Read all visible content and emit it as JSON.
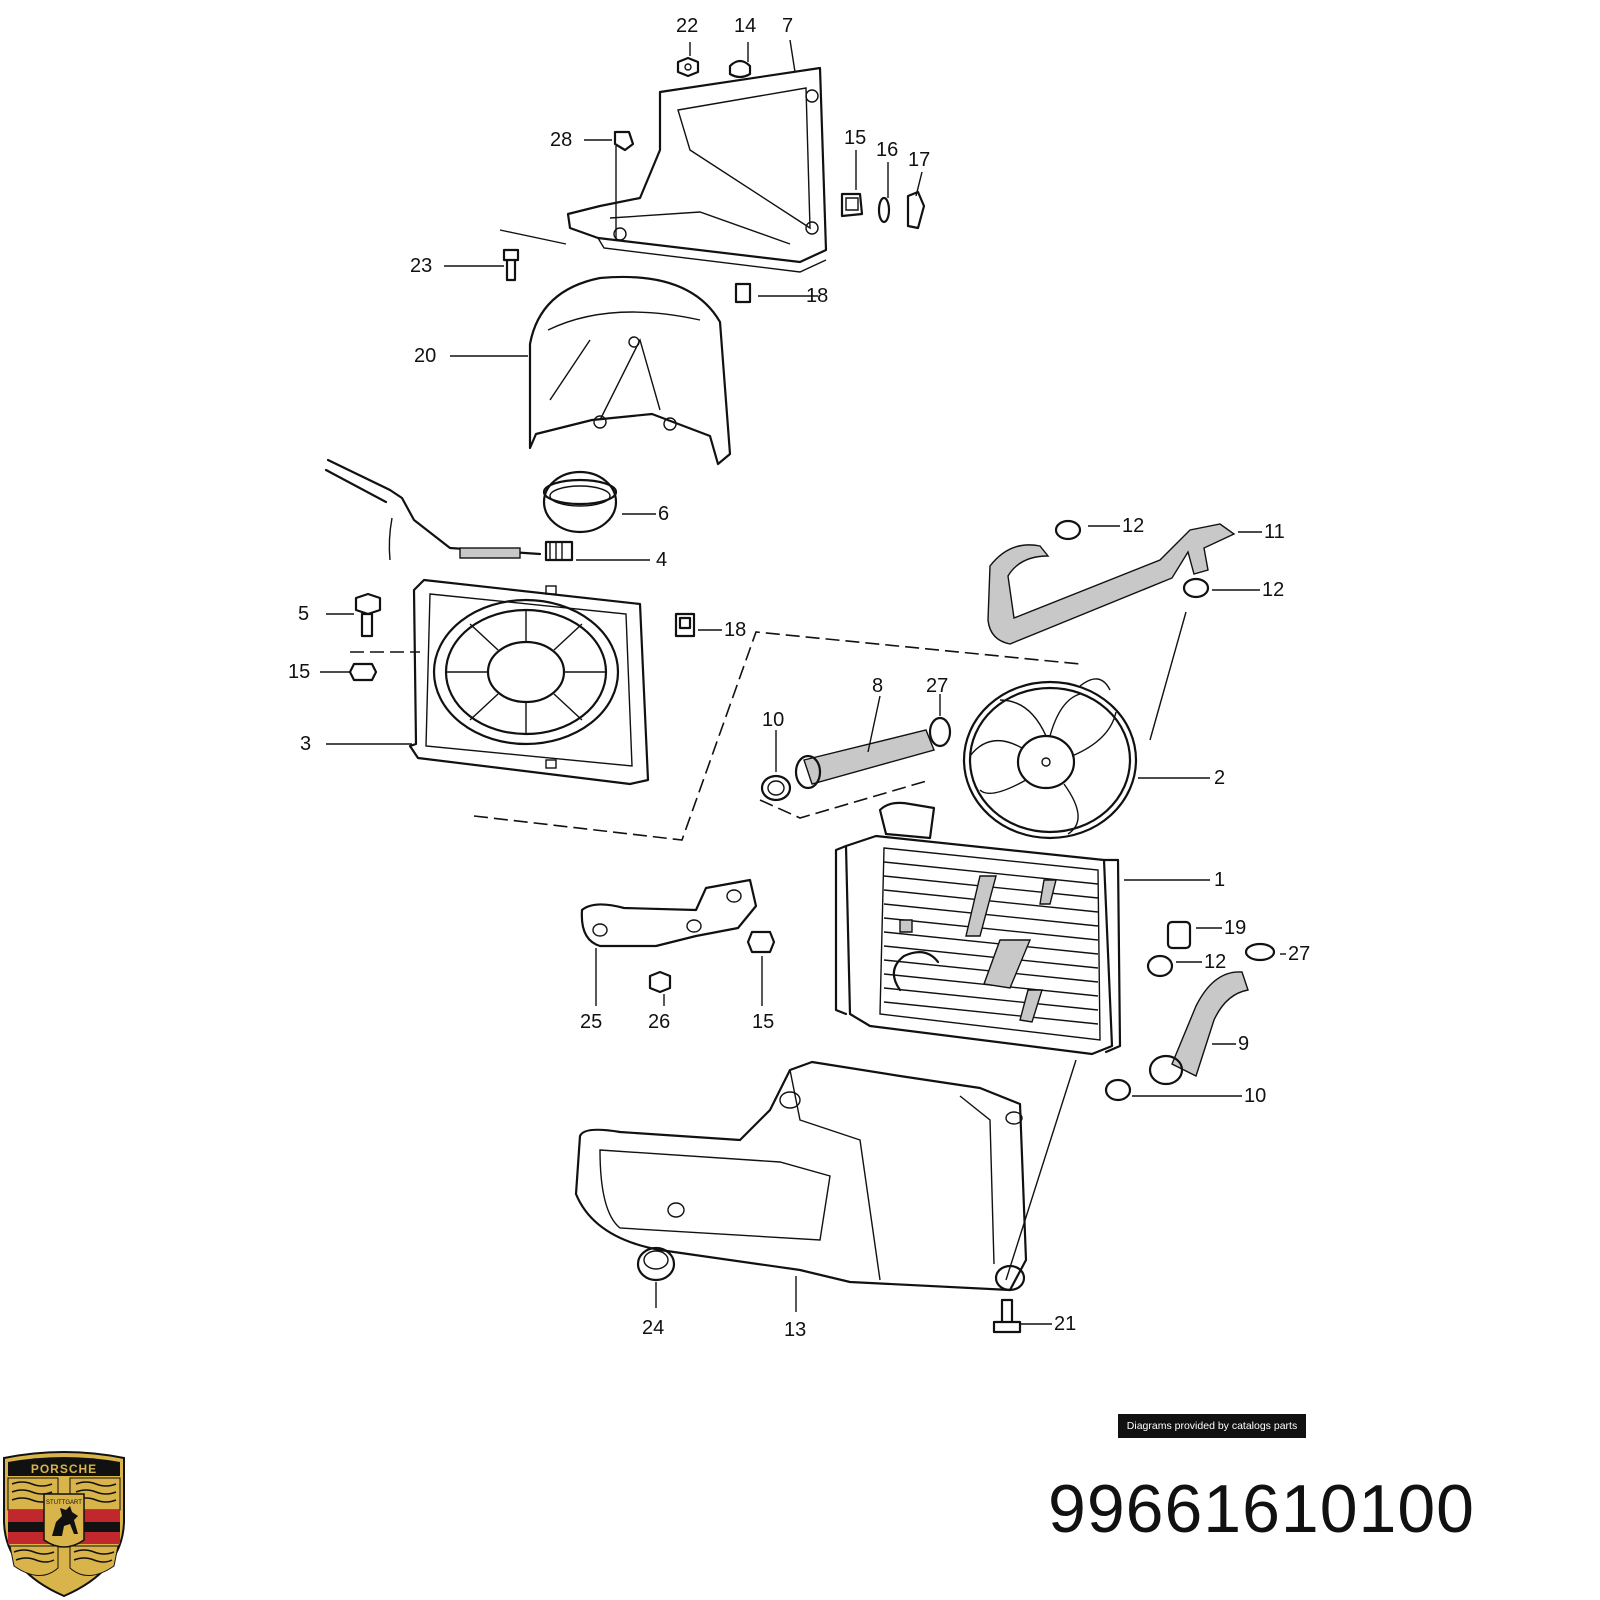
{
  "diagram": {
    "callouts": [
      {
        "n": "22"
      },
      {
        "n": "14"
      },
      {
        "n": "7"
      },
      {
        "n": "28"
      },
      {
        "n": "15"
      },
      {
        "n": "16"
      },
      {
        "n": "17"
      },
      {
        "n": "23"
      },
      {
        "n": "18"
      },
      {
        "n": "20"
      },
      {
        "n": "6"
      },
      {
        "n": "4"
      },
      {
        "n": "12"
      },
      {
        "n": "11"
      },
      {
        "n": "12"
      },
      {
        "n": "5"
      },
      {
        "n": "18"
      },
      {
        "n": "15"
      },
      {
        "n": "8"
      },
      {
        "n": "27"
      },
      {
        "n": "10"
      },
      {
        "n": "3"
      },
      {
        "n": "2"
      },
      {
        "n": "1"
      },
      {
        "n": "19"
      },
      {
        "n": "12"
      },
      {
        "n": "27"
      },
      {
        "n": "9"
      },
      {
        "n": "25"
      },
      {
        "n": "26"
      },
      {
        "n": "15"
      },
      {
        "n": "10"
      },
      {
        "n": "24"
      },
      {
        "n": "13"
      },
      {
        "n": "21"
      }
    ]
  },
  "footer": {
    "credit": "Diagrams provided by catalogs parts",
    "part_number": "99661610100"
  },
  "logo": {
    "brand": "PORSCHE",
    "city": "STUTTGART",
    "colors": {
      "gold": "#d9b44a",
      "red": "#c0282d",
      "black": "#111111"
    }
  }
}
